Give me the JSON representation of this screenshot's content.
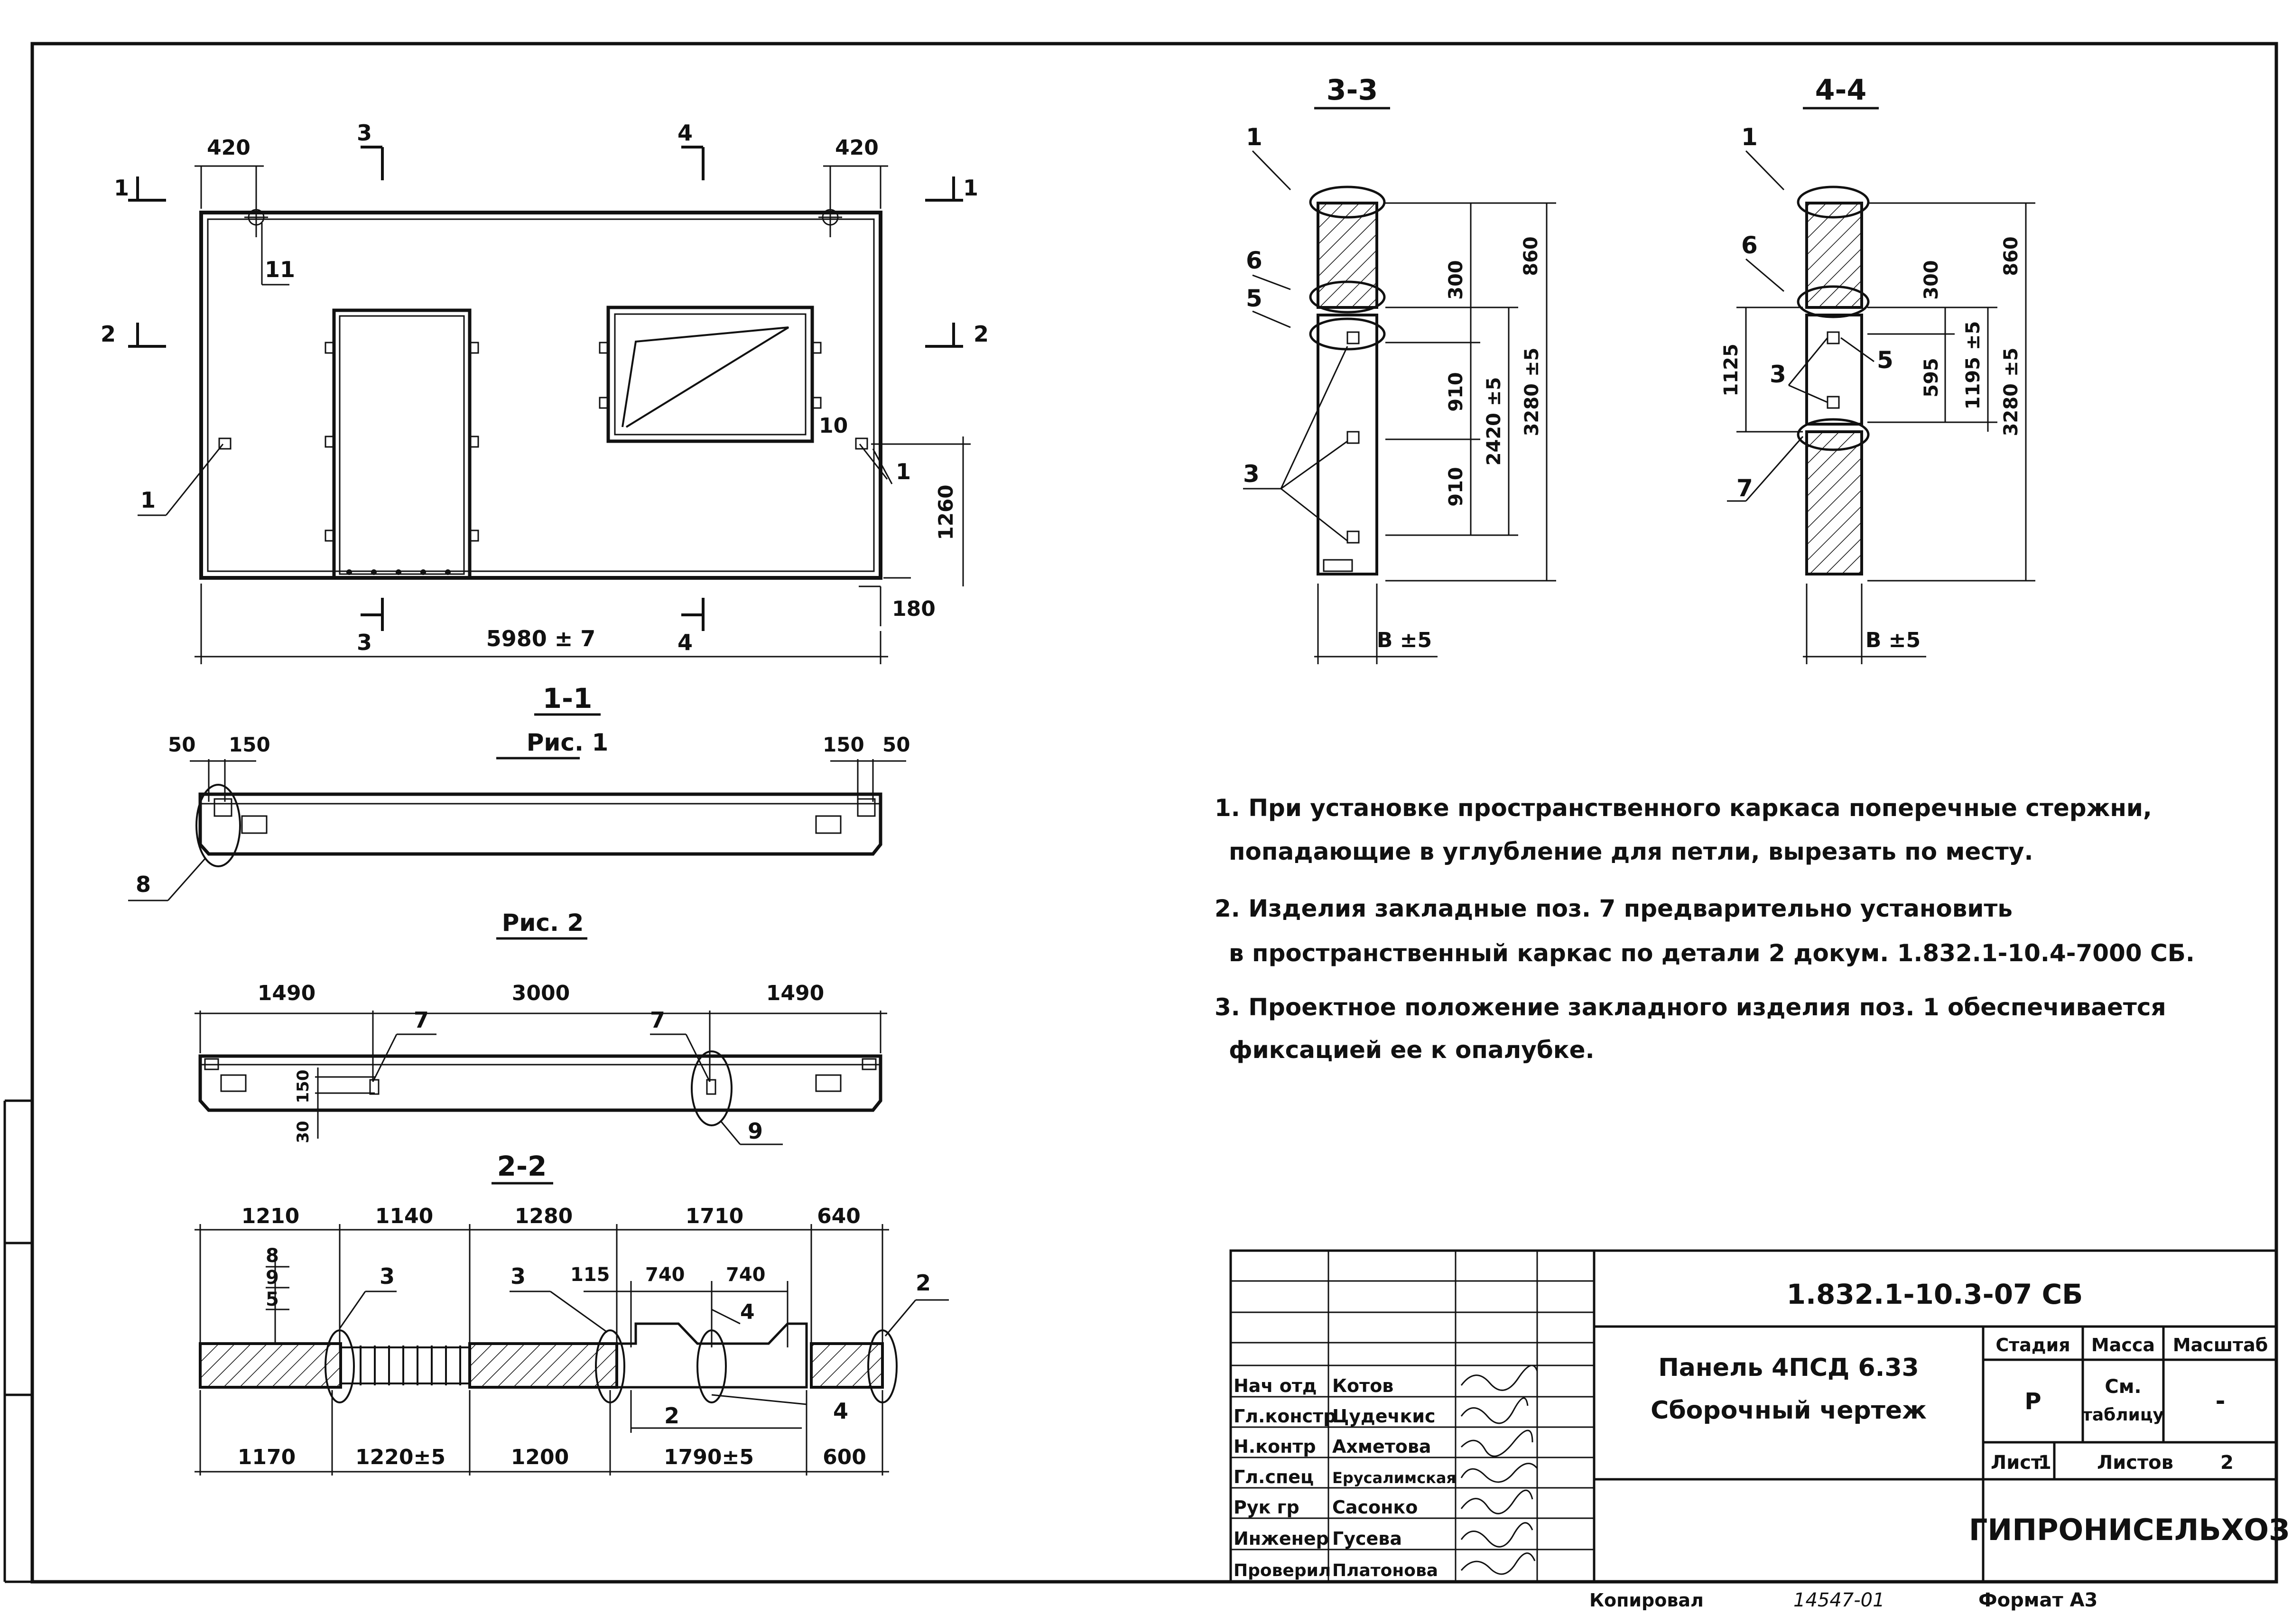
{
  "drawing": {
    "main_view": {
      "dims": {
        "left_420": "420",
        "right_420": "420",
        "length": "5980 ± 7",
        "h1260": "1260",
        "d180": "180"
      },
      "cuts": {
        "c1": "1",
        "c2": "2",
        "c3": "3",
        "c4": "4"
      },
      "callouts": {
        "p1_left": "1",
        "p1_right": "1",
        "p10": "10",
        "p11": "11"
      }
    },
    "section_1_1": {
      "title": "1-1",
      "subtitle": "Рис. 1",
      "d50_l": "50",
      "d150_l": "150",
      "d150_r": "150",
      "d50_r": "50",
      "pos8": "8"
    },
    "fig2": {
      "title": "Рис. 2",
      "d1490_l": "1490",
      "d3000": "3000",
      "d1490_r": "1490",
      "d150": "150",
      "d30": "30",
      "pos7_a": "7",
      "pos7_b": "7",
      "pos9": "9"
    },
    "section_2_2": {
      "title": "2-2",
      "top_dims": [
        "1210",
        "1140",
        "1280",
        "1710",
        "640"
      ],
      "bottom_dims": [
        "1170",
        "1220±5",
        "1200",
        "1790±5",
        "600"
      ],
      "inner": {
        "d115": "115",
        "d740a": "740",
        "d740b": "740"
      },
      "layers": [
        "8",
        "9",
        "5"
      ],
      "pos": {
        "p3a": "3",
        "p3b": "3",
        "p4a": "4",
        "p4b": "4",
        "p2a": "2",
        "p2b": "2"
      }
    },
    "section_3_3": {
      "title": "3-3",
      "dims": {
        "d860": "860",
        "d300": "300",
        "d910a": "910",
        "d910b": "910",
        "d2420": "2420 ±5",
        "d3280": "3280 ±5",
        "width": "B ±5"
      },
      "pos": {
        "p1": "1",
        "p6": "6",
        "p5": "5",
        "p3": "3"
      }
    },
    "section_4_4": {
      "title": "4-4",
      "dims": {
        "d860": "860",
        "d300": "300",
        "d1125": "1125",
        "d595": "595",
        "d1195": "1195 ±5",
        "d3280": "3280 ±5",
        "width": "B ±5"
      },
      "pos": {
        "p1": "1",
        "p6": "6",
        "p3": "3",
        "p5": "5",
        "p7": "7"
      }
    }
  },
  "notes": [
    {
      "line1": "1. При установке пространственного каркаса поперечные стержни,",
      "line2": "попадающие в углубление для петли, вырезать по месту."
    },
    {
      "line1": "2. Изделия закладные поз. 7 предварительно установить",
      "line2": "в пространственный каркас по детали 2 докум. 1.832.1-10.4-7000 СБ."
    },
    {
      "line1": "3. Проектное положение закладного изделия поз. 1 обеспечивается",
      "line2": "фиксацией ее к опалубке."
    }
  ],
  "title_block": {
    "doc_code": "1.832.1-10.3-07 СБ",
    "title_line1": "Панель 4ПСД 6.33",
    "title_line2": "Сборочный чертеж",
    "col_stage": "Стадия",
    "col_mass": "Масса",
    "col_scale": "Масштаб",
    "stage_value": "Р",
    "mass_value1": "См.",
    "mass_value2": "таблицу",
    "scale_value": "-",
    "sheet_label": "Лист",
    "sheet_value": "1",
    "sheets_label": "Листов",
    "sheets_value": "2",
    "org": "ГИПРОНИСЕЛЬХОЗ",
    "signatures": [
      {
        "role": "Нач отд",
        "name": "Котов"
      },
      {
        "role": "Гл.констр",
        "name": "Цудечкис"
      },
      {
        "role": "Н.контр",
        "name": "Ахметова"
      },
      {
        "role": "Гл.спец",
        "name": "Ерусалимская"
      },
      {
        "role": "Рук гр",
        "name": "Сасонко"
      },
      {
        "role": "Инженер",
        "name": "Гусева"
      },
      {
        "role": "Проверил",
        "name": "Платонова"
      }
    ]
  },
  "footer": {
    "copied": "Копировал",
    "number": "14547-01",
    "format": "Формат А3"
  }
}
